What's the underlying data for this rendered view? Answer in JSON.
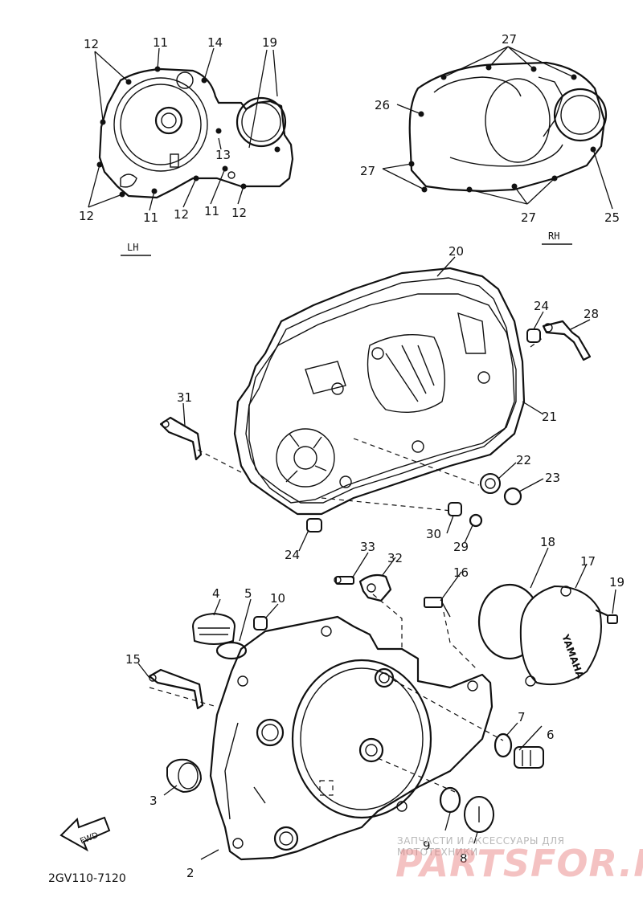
{
  "diagram": {
    "code": "2GV110-7120",
    "side_lh": "LH",
    "side_rh": "RH",
    "fwd_label": "FWD",
    "cover_brand": "YAMAHA"
  },
  "callouts": {
    "c12a": "12",
    "c11a": "11",
    "c14": "14",
    "c19a": "19",
    "c13": "13",
    "c12b": "12",
    "c11b": "11",
    "c12c": "12",
    "c11c": "11",
    "c12d": "12",
    "c27a": "27",
    "c26": "26",
    "c27b": "27",
    "c27c": "27",
    "c25": "25",
    "c20": "20",
    "c24a": "24",
    "c28": "28",
    "c31": "31",
    "c21": "21",
    "c22": "22",
    "c23": "23",
    "c30": "30",
    "c29": "29",
    "c24b": "24",
    "c33": "33",
    "c32": "32",
    "c16": "16",
    "c18": "18",
    "c17": "17",
    "c19b": "19",
    "c4": "4",
    "c5": "5",
    "c10": "10",
    "c15": "15",
    "c7": "7",
    "c6": "6",
    "c3": "3",
    "c9": "9",
    "c8": "8",
    "c2": "2"
  },
  "watermark": {
    "small": "ЗАПЧАСТИ И АКСЕССУАРЫ ДЛЯ МОТОТЕХНИКИ",
    "big": "PARTSFOR.RU"
  }
}
